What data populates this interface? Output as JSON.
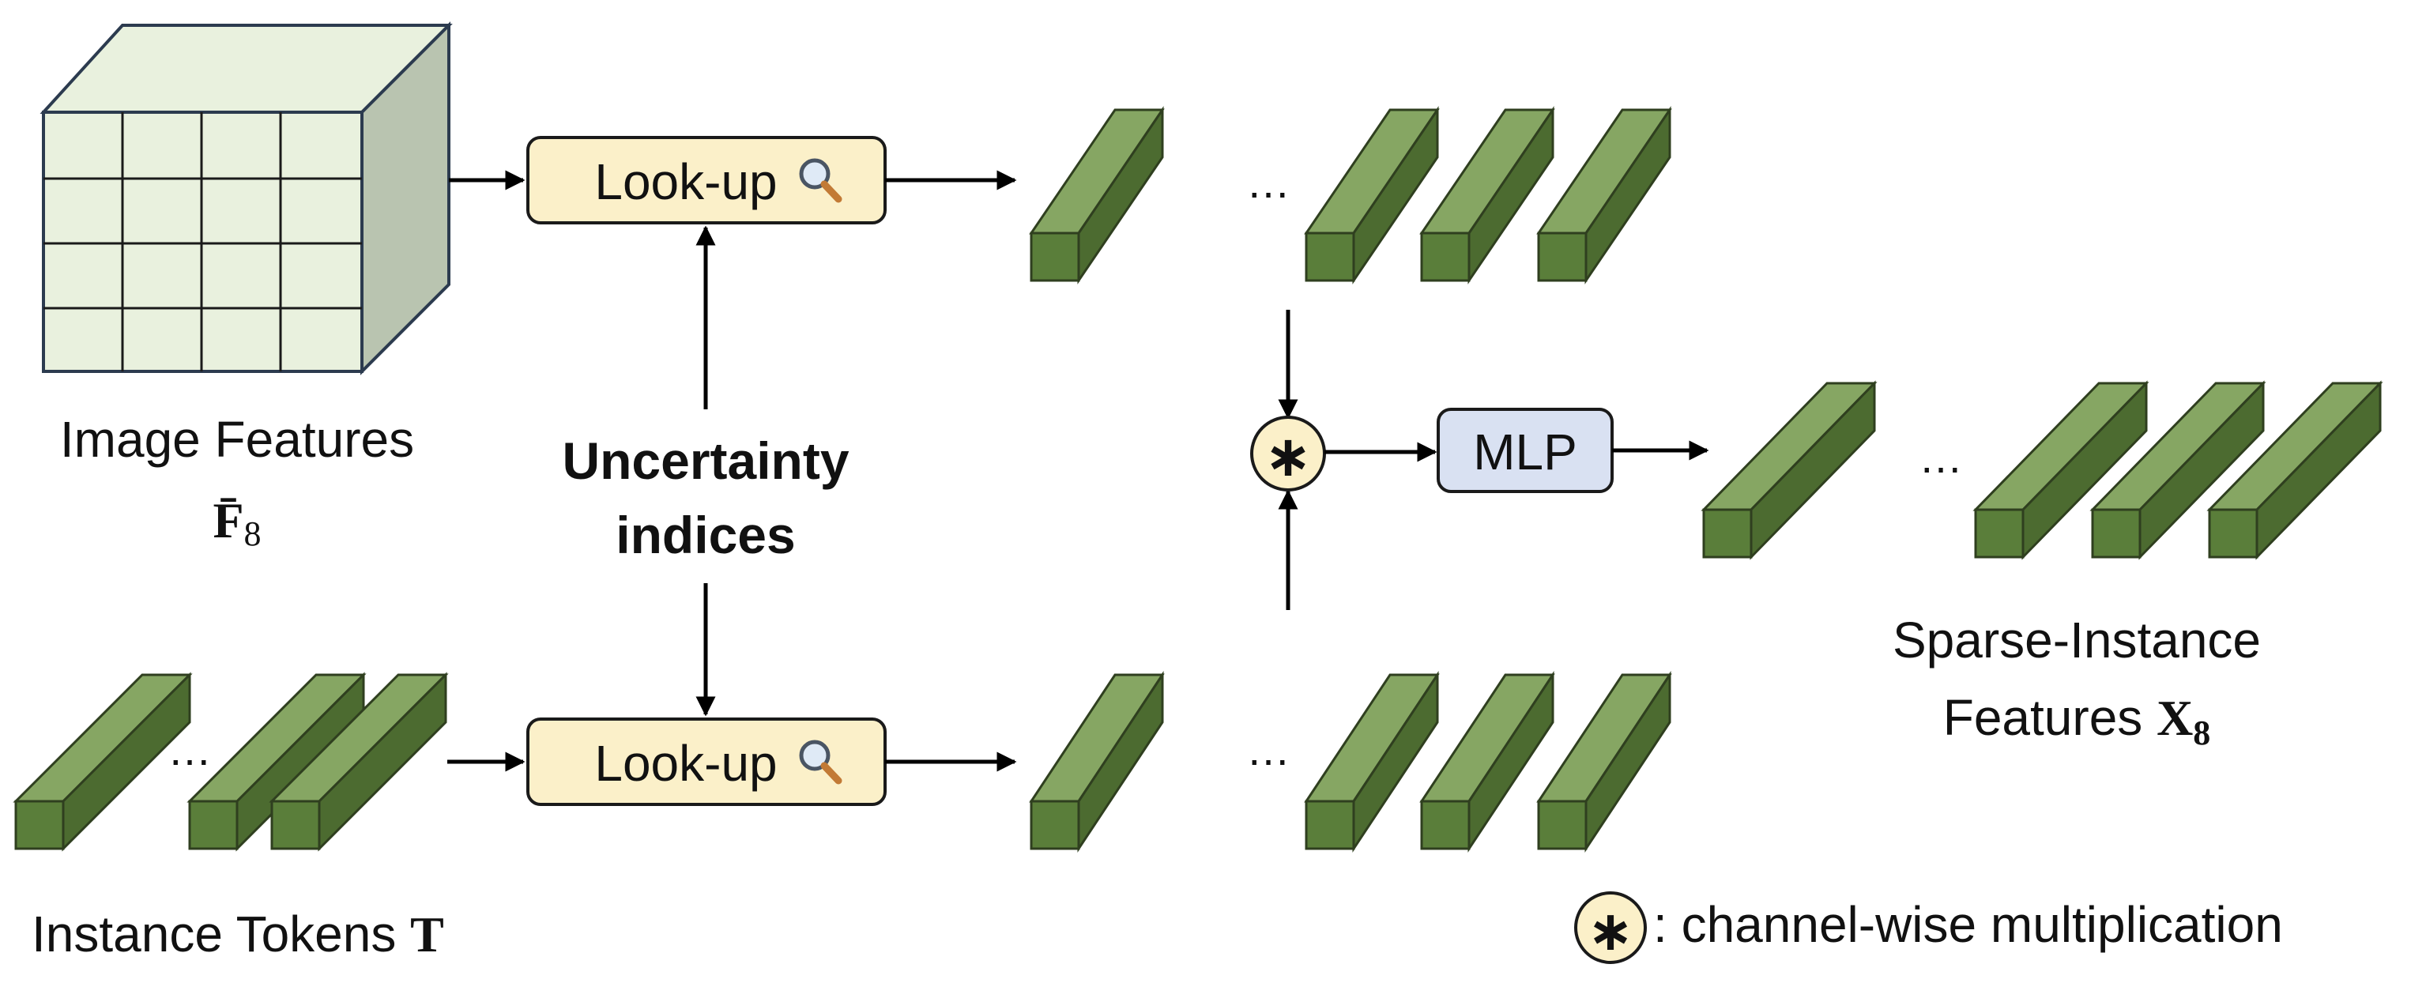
{
  "labels": {
    "image_features": "Image Features",
    "image_features_symbol": "F̄",
    "image_features_subscript": "8",
    "uncertainty_line1": "Uncertainty",
    "uncertainty_line2": "indices",
    "instance_tokens": "Instance Tokens",
    "instance_tokens_symbol": "T",
    "sparse_line1": "Sparse-Instance",
    "sparse_line2": "Features",
    "sparse_symbol": "X",
    "sparse_subscript": "8",
    "legend_text": ": channel-wise multiplication",
    "legend_symbol": "∗"
  },
  "boxes": {
    "lookup_top": "Look-up",
    "lookup_bottom": "Look-up",
    "mlp": "MLP",
    "multiply_symbol": "∗"
  },
  "ellipses": {
    "top_row": "…",
    "bottom_row": "…",
    "instance_tokens": "…",
    "output_row": "…"
  },
  "icons": {
    "lookup_top": "magnifier-icon",
    "lookup_bottom": "magnifier-icon"
  },
  "colors": {
    "grid_face": "#e9f1de",
    "grid_side": "#b9c4b0",
    "cuboid_front": "#5a7e3a",
    "cuboid_top": "#86a663",
    "cuboid_side": "#4c6b30",
    "lookup_fill": "#fbf0c9",
    "mlp_fill": "#d9e1f2",
    "multiply_fill": "#fbf0c9"
  }
}
